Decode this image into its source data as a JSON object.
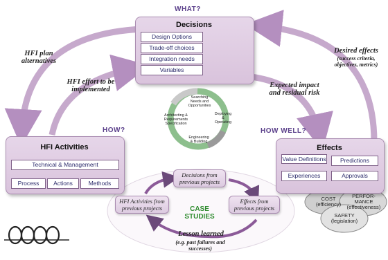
{
  "labels": {
    "what": "WHAT?",
    "how": "HOW?",
    "how_well": "HOW WELL?"
  },
  "decisions": {
    "title": "Decisions",
    "items": [
      "Design Options",
      "Trade-off choices",
      "Integration needs",
      "Variables"
    ]
  },
  "hfi_activities": {
    "title": "HFI Activities",
    "top_item": "Technical & Management",
    "bottom_items": [
      "Process",
      "Actions",
      "Methods"
    ]
  },
  "effects": {
    "title": "Effects",
    "items": [
      "Value Definitions",
      "Predictions",
      "Experiences",
      "Approvals"
    ]
  },
  "arrow_labels": {
    "hfi_plan": "HFI plan alternatives",
    "hfi_effort": "HFI effort to be implemented",
    "expected": "Expected impact and residual risk",
    "desired": "Desired effects",
    "desired_sub": "(success criteria, objectives, metrics)"
  },
  "cycle": {
    "searching": "Searching Needs and Opportunities",
    "deploying": "Deploying & Operating",
    "engineering": "Engineering & Building",
    "architecting": "Architecting & Requirements Specification"
  },
  "case_studies": {
    "title": "CASE STUDIES",
    "decisions_prev": "Decisions from previous projects",
    "effects_prev": "Effects from previous projects",
    "hfi_prev": "HFI Activities from previous projects",
    "lesson": "Lesson learned",
    "lesson_sub": "(e.g. past failures and successes)"
  },
  "ellipses": {
    "cost": "COST",
    "cost_sub": "(efficiency)",
    "performance": "PERFOR-MANCE",
    "performance_sub": "(effectiveness)",
    "safety": "SAFETY",
    "safety_sub": "(legislation)"
  },
  "colors": {
    "panel": "#d9c3dc",
    "arrow": "#b48fbf",
    "box_text": "#2b2b6b",
    "case_title": "#2e8b2e"
  }
}
